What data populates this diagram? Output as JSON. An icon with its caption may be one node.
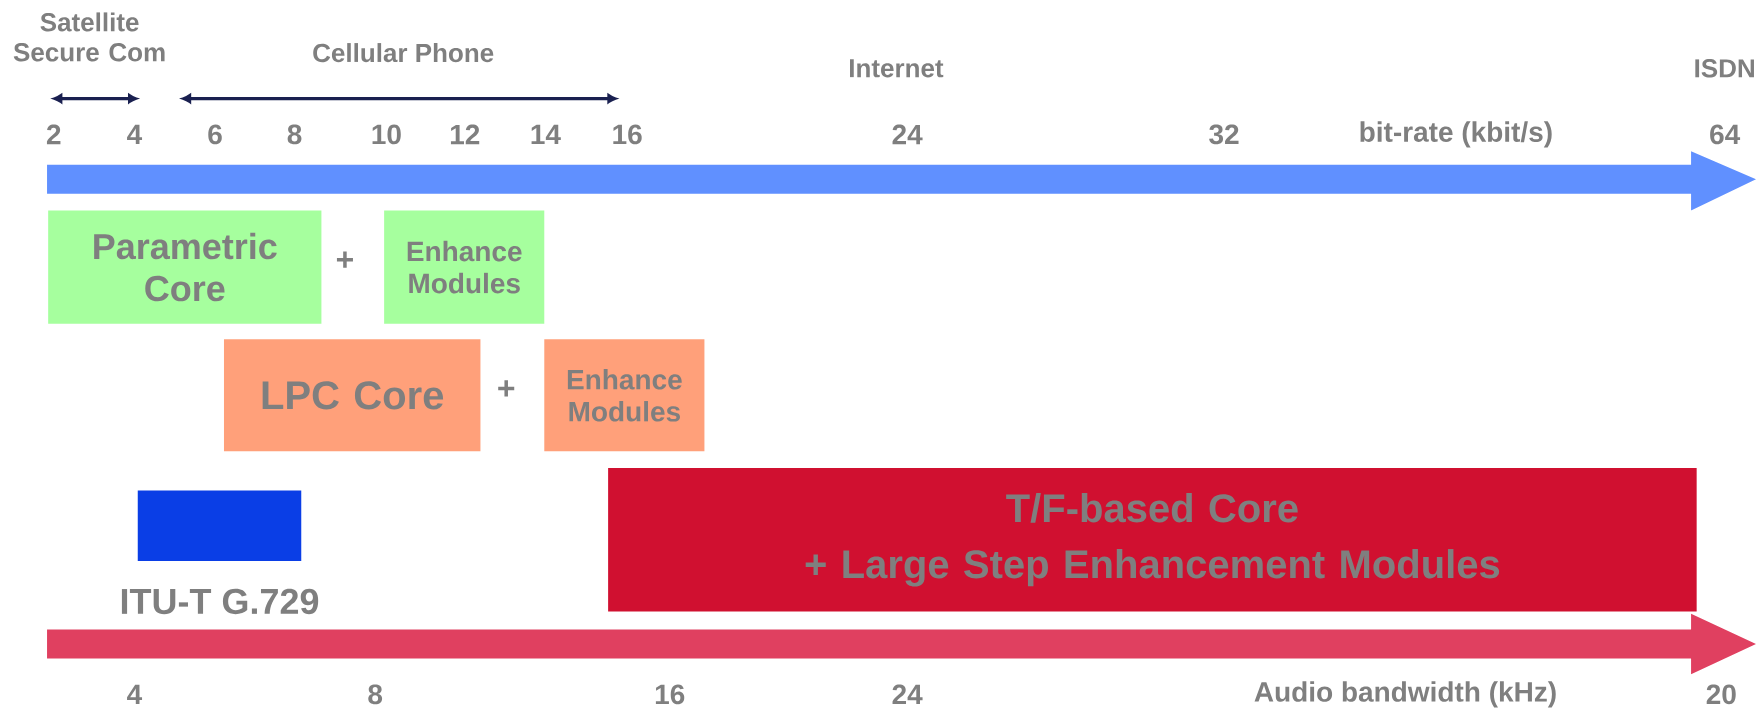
{
  "diagram": {
    "nodes": [
      {
        "text": [
          "Parametric Core"
        ]
      },
      {
        "text": [
          "Enhance Modules"
        ]
      },
      {
        "text": [
          "LPC Core"
        ]
      },
      {
        "text": [
          "Enhance Modules"
        ]
      },
      {
        "text": [
          "ITU-T G.729"
        ]
      },
      {
        "text": [
          "T/F-based Core",
          "+ Large Step Enhancement Modules"
        ]
      }
    ],
    "labels": [
      "Satellite Secure Com",
      "Cellular Phone",
      "Internet",
      "ISDN",
      "2",
      "4",
      "6",
      "8",
      "10",
      "12",
      "14",
      "16",
      "24",
      "32",
      "bit-rate (kbit/s)",
      "64",
      "+",
      "+",
      "4",
      "8",
      "16",
      "24",
      "Audio bandwidth (kHz)",
      "20"
    ]
  }
}
